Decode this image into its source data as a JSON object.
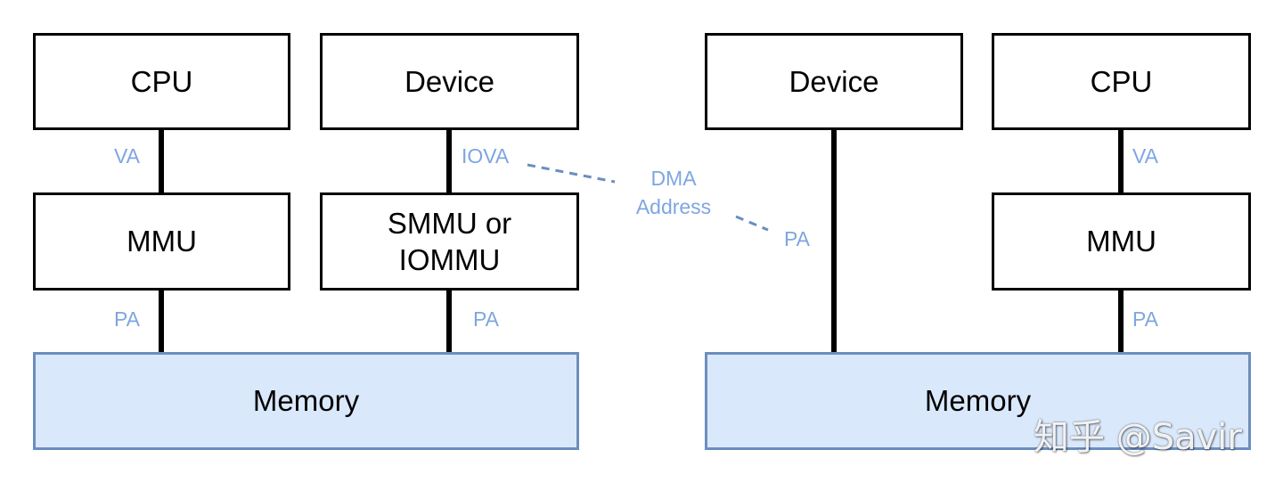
{
  "left_diagram": {
    "cpu": "CPU",
    "device": "Device",
    "mmu": "MMU",
    "smmu_line1": "SMMU or",
    "smmu_line2": "IOMMU",
    "memory": "Memory",
    "label_va": "VA",
    "label_iova": "IOVA",
    "label_pa_cpu": "PA",
    "label_pa_device": "PA"
  },
  "right_diagram": {
    "device": "Device",
    "cpu": "CPU",
    "mmu": "MMU",
    "memory": "Memory",
    "label_va": "VA",
    "label_pa_device": "PA",
    "label_pa_cpu": "PA"
  },
  "dma_link": {
    "line1": "DMA",
    "line2": "Address"
  },
  "watermark": "知乎 @Savir",
  "colors": {
    "box_border": "#000000",
    "memory_fill": "#dae8fc",
    "memory_border": "#6c8ebf",
    "label_text": "#7ea6e0",
    "dashed_line": "#6c8ebf"
  }
}
